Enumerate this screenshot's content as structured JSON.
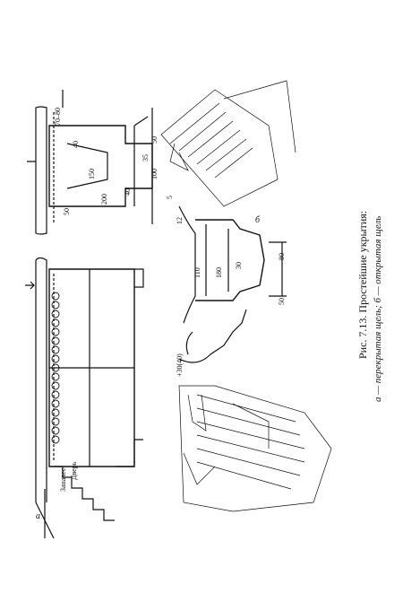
{
  "caption": {
    "title": "Рис. 7.13. Простейшие укрытия:",
    "subtitle": "а — перекрытая щель; б — открытая щель"
  },
  "figure_labels": {
    "a": "а",
    "b": "б"
  },
  "annotations": {
    "door": "Дверь",
    "curtain": "Занавес",
    "trench_a_dims": [
      "70–80",
      "40",
      "150",
      "35",
      "100",
      "40",
      "200",
      "50",
      "5",
      "50"
    ],
    "trench_b_dims": [
      "12",
      "+30(40)",
      "110",
      "30",
      "180",
      "80",
      "50"
    ]
  }
}
